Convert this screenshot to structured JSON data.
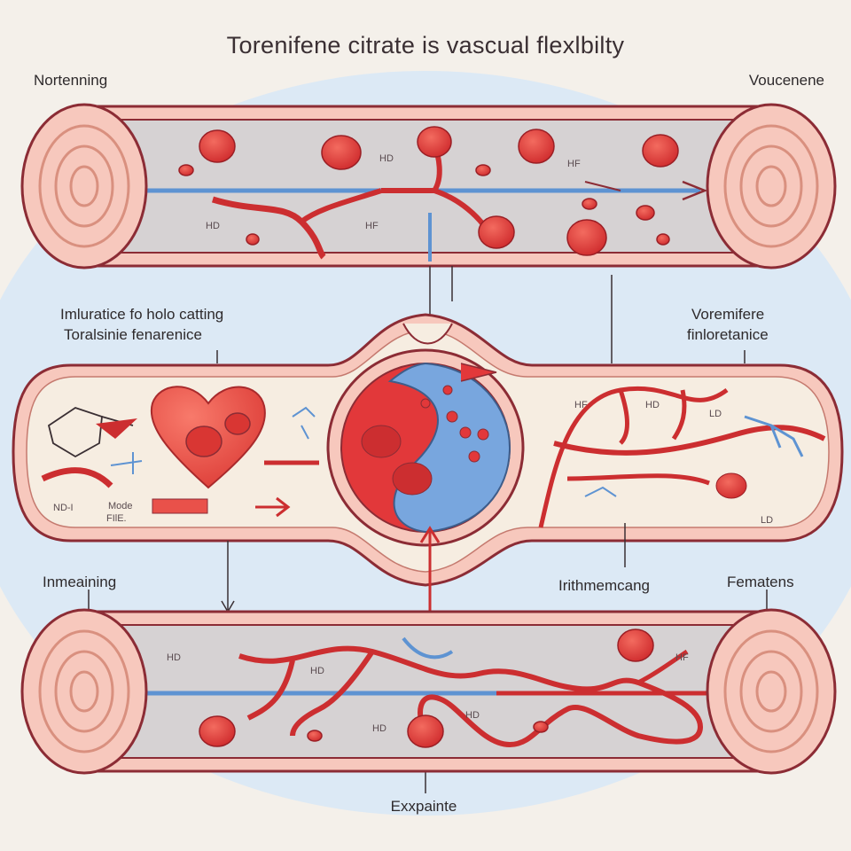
{
  "title": "Torenifene citrate is vascual flexlbilty",
  "labels": {
    "top_left": "Nortenning",
    "top_right": "Voucenene",
    "mid_left_line1": "Imluratice fo holo catting",
    "mid_left_line2": "Toralsinie fenarenice",
    "mid_right_line1": "Voremifere",
    "mid_right_line2": "finloretanice",
    "lower_left": "Inmeaining",
    "lower_center": "Irithmemcang",
    "lower_right": "Fematens",
    "bottom": "Exxpainte"
  },
  "small_codes": {
    "top_hd": "HD",
    "top_hf": "HF",
    "top_hf_center": "HF",
    "top_hd_left": "HD",
    "mid_hf": "HF",
    "mid_hd": "HD",
    "mid_ld": "LD",
    "mid_ld2": "LD",
    "mid_nd": "ND-I",
    "mid_mode": "Mode",
    "mid_file": "FIlE.",
    "low_hd_left": "HD",
    "low_hd_center": "HD",
    "low_hd_mid": "HD",
    "low_hd_small": "HD",
    "low_hf": "HF"
  },
  "colors": {
    "background": "#f4f0ea",
    "halo": "#dce9f5",
    "vessel_wall": "#f7c8bd",
    "vessel_outline": "#8c2c35",
    "lumen": "#d6d2d3",
    "blood_cell": "#e2383a",
    "vein_blue": "#5e93d2",
    "heart": "#e94b44"
  }
}
